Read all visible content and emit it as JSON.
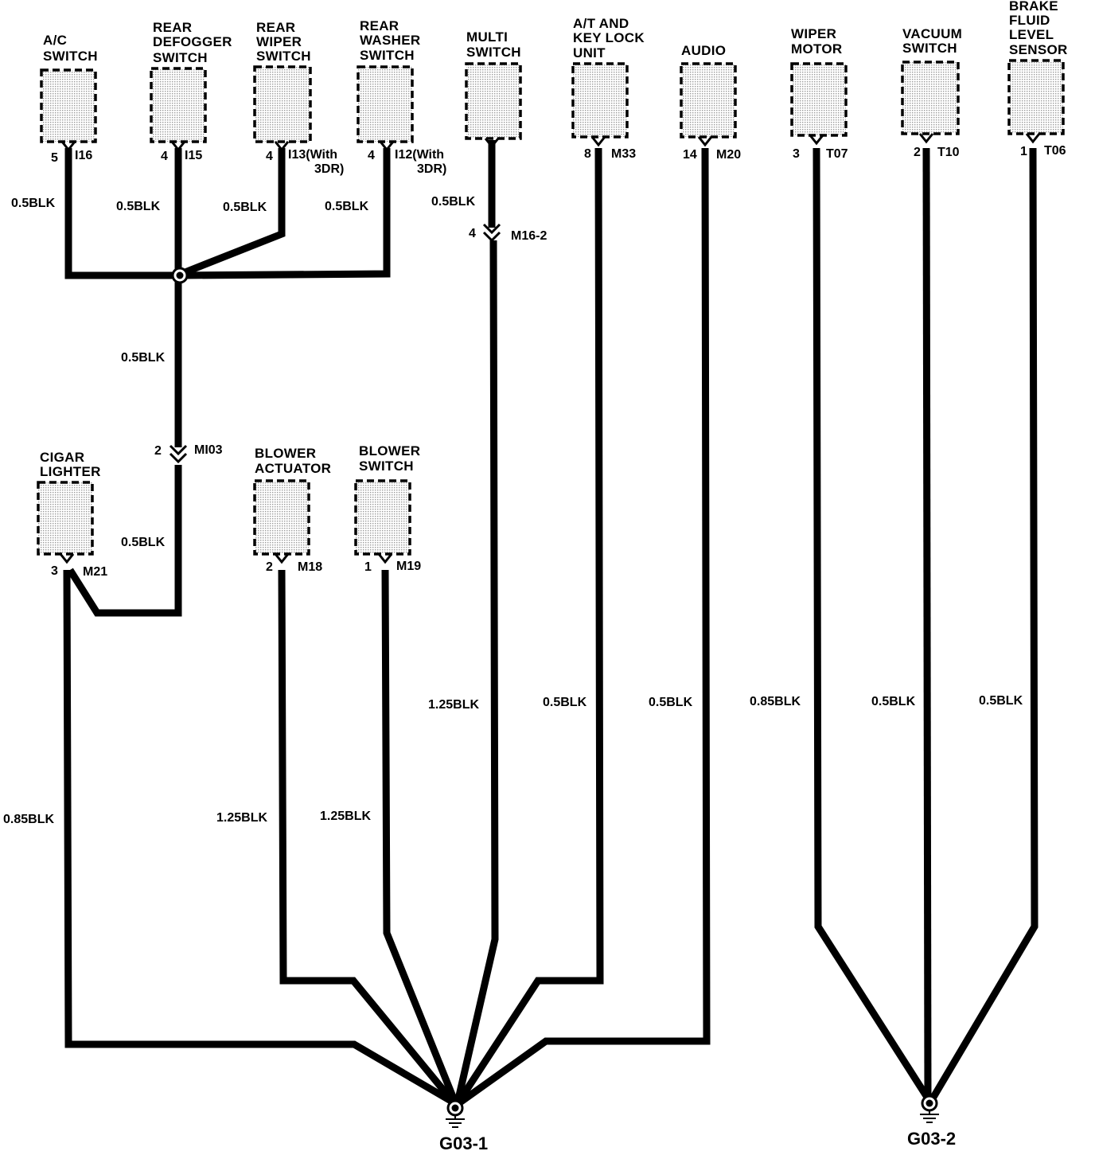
{
  "components": {
    "ac_switch": {
      "name": [
        "A/C",
        "SWITCH"
      ],
      "pin": "5",
      "connector": "I16"
    },
    "rear_defogger": {
      "name": [
        "REAR",
        "DEFOGGER",
        "SWITCH"
      ],
      "pin": "4",
      "connector": "I15"
    },
    "rear_wiper": {
      "name": [
        "REAR",
        "WIPER",
        "SWITCH"
      ],
      "pin": "4",
      "connector": "I13(With",
      "note": "3DR)"
    },
    "rear_washer": {
      "name": [
        "REAR",
        "WASHER",
        "SWITCH"
      ],
      "pin": "4",
      "connector": "I12(With",
      "note": "3DR)"
    },
    "multi_switch": {
      "name": [
        "MULTI",
        "SWITCH"
      ]
    },
    "at_key_lock": {
      "name": [
        "A/T  AND",
        "KEY LOCK",
        "UNIT"
      ],
      "pin": "8",
      "connector": "M33"
    },
    "audio": {
      "name": [
        "AUDIO"
      ],
      "pin": "14",
      "connector": "M20"
    },
    "wiper_motor": {
      "name": [
        "WIPER",
        "MOTOR"
      ],
      "pin": "3",
      "connector": "T07"
    },
    "vacuum_switch": {
      "name": [
        "VACUUM",
        "SWITCH"
      ],
      "pin": "2",
      "connector": "T10"
    },
    "brake_fluid": {
      "name": [
        "BRAKE",
        "FLUID",
        "LEVEL",
        "SENSOR"
      ],
      "pin": "1",
      "connector": "T06"
    },
    "cigar_lighter": {
      "name": [
        "CIGAR",
        "LIGHTER"
      ],
      "pin": "3",
      "connector": "M21"
    },
    "blower_actuator": {
      "name": [
        "BLOWER",
        "ACTUATOR"
      ],
      "pin": "2",
      "connector": "M18"
    },
    "blower_switch": {
      "name": [
        "BLOWER",
        "SWITCH"
      ],
      "pin": "1",
      "connector": "M19"
    }
  },
  "inline_connectors": {
    "m16_2": {
      "pin": "4",
      "connector": "M16-2"
    },
    "mi03": {
      "pin": "2",
      "connector": "MI03"
    }
  },
  "wire_labels": {
    "ac": "0.5BLK",
    "defogger": "0.5BLK",
    "rear_wiper": "0.5BLK",
    "rear_washer": "0.5BLK",
    "multi_upper": "0.5BLK",
    "splice_down": "0.5BLK",
    "mi03_down": "0.5BLK",
    "multi_lower": "1.25BLK",
    "at_key": "0.5BLK",
    "audio": "0.5BLK",
    "wiper_motor": "0.85BLK",
    "vacuum": "0.5BLK",
    "brake": "0.5BLK",
    "cigar": "0.85BLK",
    "blower_act": "1.25BLK",
    "blower_sw": "1.25BLK"
  },
  "grounds": {
    "g1": "G03-1",
    "g2": "G03-2"
  }
}
